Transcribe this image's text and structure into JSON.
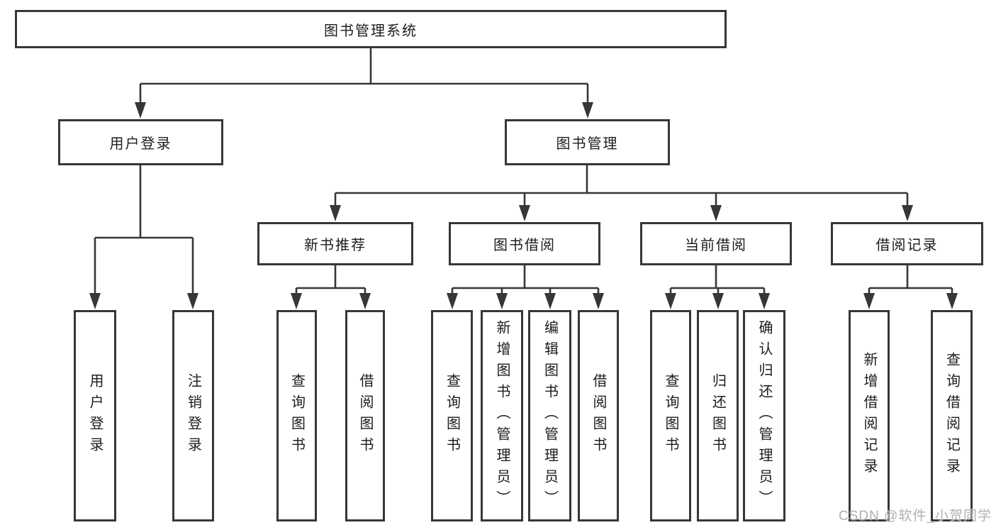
{
  "colors": {
    "line": "#373737",
    "text": "#1c1c1c",
    "watermark": "#b0b0b0",
    "background": "#ffffff"
  },
  "watermark": "CSDN @软件_小贺同学",
  "tree": {
    "root": {
      "label": "图书管理系统",
      "children": [
        {
          "label": "用户登录",
          "children": [
            {
              "label": "用户登录"
            },
            {
              "label": "注销登录"
            }
          ]
        },
        {
          "label": "图书管理",
          "children": [
            {
              "label": "新书推荐",
              "children": [
                {
                  "label": "查询图书"
                },
                {
                  "label": "借阅图书"
                }
              ]
            },
            {
              "label": "图书借阅",
              "children": [
                {
                  "label": "查询图书"
                },
                {
                  "label": "新增图书（管理员）"
                },
                {
                  "label": "编辑图书（管理员）"
                },
                {
                  "label": "借阅图书"
                }
              ]
            },
            {
              "label": "当前借阅",
              "children": [
                {
                  "label": "查询图书"
                },
                {
                  "label": "归还图书"
                },
                {
                  "label": "确认归还（管理员）"
                }
              ]
            },
            {
              "label": "借阅记录",
              "children": [
                {
                  "label": "新增借阅记录"
                },
                {
                  "label": "查询借阅记录"
                }
              ]
            }
          ]
        }
      ]
    }
  }
}
